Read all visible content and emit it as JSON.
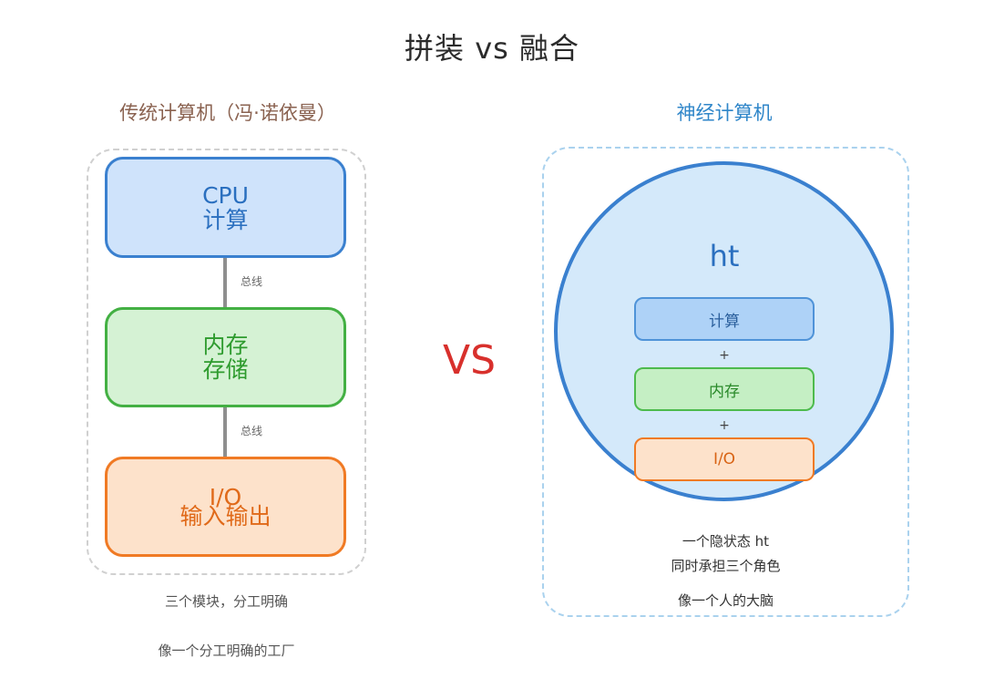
{
  "title": "拼装 vs 融合",
  "left": {
    "heading": "传统计算机（冯·诺依曼）",
    "blocks": [
      {
        "line1": "CPU",
        "line2": "计算"
      },
      {
        "line1": "内存",
        "line2": "存储"
      },
      {
        "line1": "I/O",
        "line2": "输入输出"
      }
    ],
    "bus_labels": [
      "总线",
      "总线"
    ],
    "captions": [
      "三个模块，分工明确",
      "像一个分工明确的工厂"
    ]
  },
  "vs_label": "VS",
  "right": {
    "heading": "神经计算机",
    "circle_label": "ht",
    "components": [
      "计算",
      "内存",
      "I/O"
    ],
    "plus_signs": [
      "+",
      "+"
    ],
    "captions": [
      "一个隐状态 ht",
      "同时承担三个角色",
      "像一个人的大脑"
    ]
  },
  "colors": {
    "compute": "#3a80cf",
    "memory": "#43b043",
    "io": "#f07a24",
    "vs": "#d8302c",
    "left_heading": "#8a6250",
    "right_heading": "#2f86c9"
  }
}
